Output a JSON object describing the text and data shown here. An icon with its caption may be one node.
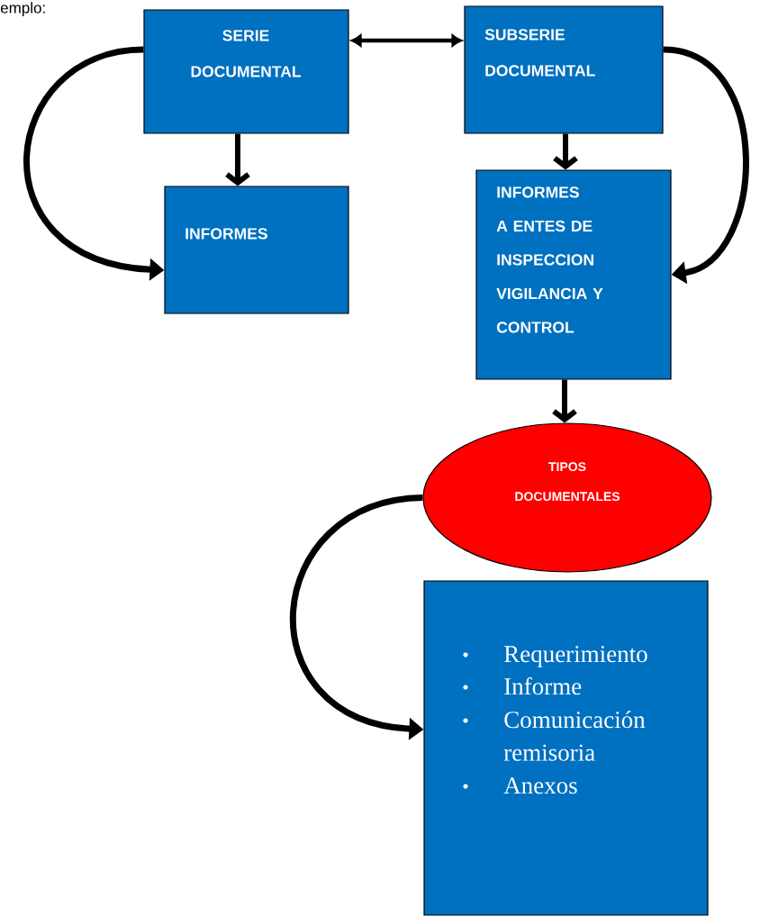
{
  "diagram": {
    "nodes": [
      {
        "text": [
          "SERIE DOCUMENTAL"
        ]
      },
      {
        "text": [
          "INFORMES"
        ]
      },
      {
        "text": [
          "SUBSERIE DOCUMENTAL"
        ]
      },
      {
        "text": [
          "INFORMES A ENTES DE INSPECCION VIGILANCIA Y CONTROL"
        ]
      },
      {
        "text": [
          "TIPOS DOCUMENTALES"
        ]
      },
      {
        "text": [
          "Requerimiento",
          "Informe",
          "Comunicación remisoria",
          "Anexos"
        ]
      }
    ],
    "edges": [
      {
        "from": 0,
        "to": 2,
        "arrow": "both"
      },
      {
        "from": 0,
        "to": 1,
        "arrow": "to"
      },
      {
        "from": 2,
        "to": 3,
        "arrow": "to"
      },
      {
        "from": 3,
        "to": 4,
        "arrow": "to"
      },
      {
        "from": 0,
        "to": 1,
        "arrow": "to"
      },
      {
        "from": 2,
        "to": 3,
        "arrow": "to"
      },
      {
        "from": 4,
        "to": 5,
        "arrow": "to"
      }
    ],
    "labels": [
      "emplo:"
    ]
  }
}
